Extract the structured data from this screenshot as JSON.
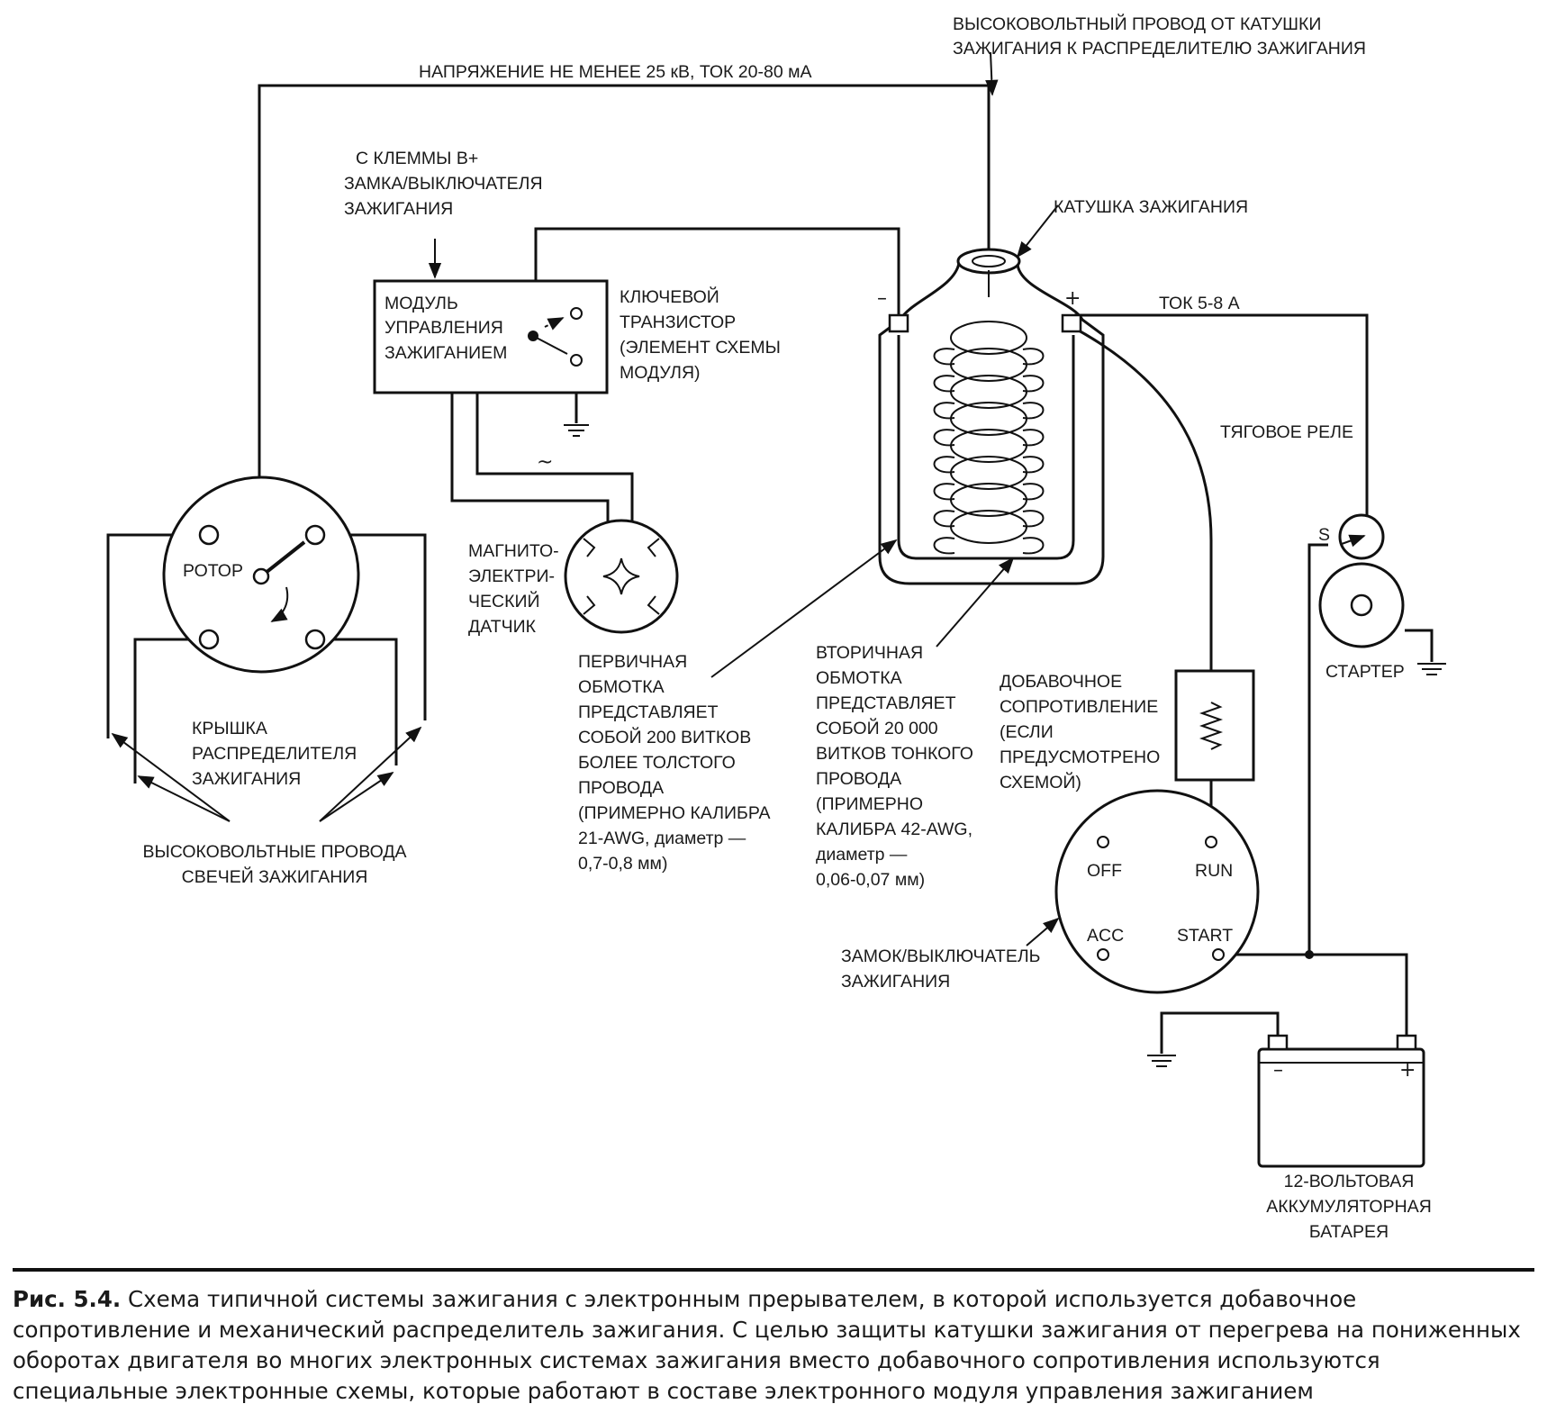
{
  "labels": {
    "hv_lead_1": "ВЫСОКОВОЛЬТНЫЙ ПРОВОД ОТ КАТУШКИ",
    "hv_lead_2": "ЗАЖИГАНИЯ К РАСПРЕДЕЛИТЕЛЮ ЗАЖИГАНИЯ",
    "voltage": "НАПРЯЖЕНИЕ НЕ МЕНЕЕ 25 кВ, ТОК 20-80 мА",
    "b_plus_1": "С КЛЕММЫ B+",
    "b_plus_2": "ЗАМКА/ВЫКЛЮЧАТЕЛЯ",
    "b_plus_3": "ЗАЖИГАНИЯ",
    "coil": "КАТУШКА ЗАЖИГАНИЯ",
    "module_1": "МОДУЛЬ",
    "module_2": "УПРАВЛЕНИЯ",
    "module_3": "ЗАЖИГАНИЕМ",
    "transistor_1": "КЛЮЧЕВОЙ",
    "transistor_2": "ТРАНЗИСТОР",
    "transistor_3": "(ЭЛЕМЕНТ СХЕМЫ",
    "transistor_4": "МОДУЛЯ)",
    "minus": "–",
    "plus": "+",
    "current_5_8": "ТОК 5-8 А",
    "solenoid": "ТЯГОВОЕ РЕЛЕ",
    "s_terminal": "S",
    "rotor": "РОТОР",
    "tilde": "~",
    "sensor_1": "МАГНИТО-",
    "sensor_2": "ЭЛЕКТРИ-",
    "sensor_3": "ЧЕСКИЙ",
    "sensor_4": "ДАТЧИК",
    "primary_1": "ПЕРВИЧНАЯ",
    "primary_2": "ОБМОТКА",
    "primary_3": "ПРЕДСТАВЛЯЕТ",
    "primary_4": "СОБОЙ 200 ВИТКОВ",
    "primary_5": "БОЛЕЕ ТОЛСТОГО",
    "primary_6": "ПРОВОДА",
    "primary_7": "(ПРИМЕРНО КАЛИБРА",
    "primary_8": "21-AWG, диаметр —",
    "primary_9": "0,7-0,8 мм)",
    "secondary_1": "ВТОРИЧНАЯ",
    "secondary_2": "ОБМОТКА",
    "secondary_3": "ПРЕДСТАВЛЯЕТ",
    "secondary_4": "СОБОЙ 20 000",
    "secondary_5": "ВИТКОВ ТОНКОГО",
    "secondary_6": "ПРОВОДА",
    "secondary_7": "(ПРИМЕРНО",
    "secondary_8": "КАЛИБРА 42-AWG,",
    "secondary_9": "диаметр —",
    "secondary_10": "0,06-0,07 мм)",
    "resistor_1": "ДОБАВОЧНОЕ",
    "resistor_2": "СОПРОТИВЛЕНИЕ",
    "resistor_3": "(ЕСЛИ",
    "resistor_4": "ПРЕДУСМОТРЕНО",
    "resistor_5": "СХЕМОЙ)",
    "starter": "СТАРТЕР",
    "cap_1": "КРЫШКА",
    "cap_2": "РАСПРЕДЕЛИТЕЛЯ",
    "cap_3": "ЗАЖИГАНИЯ",
    "plugs_1": "ВЫСОКОВОЛЬТНЫЕ ПРОВОДА",
    "plugs_2": "СВЕЧЕЙ ЗАЖИГАНИЯ",
    "off": "OFF",
    "run": "RUN",
    "acc": "ACC",
    "start": "START",
    "switch_1": "ЗАМОК/ВЫКЛЮЧАТЕЛЬ",
    "switch_2": "ЗАЖИГАНИЯ",
    "batt_minus": "–",
    "batt_plus": "+",
    "battery_1": "12-ВОЛЬТОВАЯ",
    "battery_2": "АККУМУЛЯТОРНАЯ",
    "battery_3": "БАТАРЕЯ"
  },
  "caption": {
    "figure": "Рис. 5.4.",
    "text": "Схема типичной системы зажигания с электронным прерывателем, в которой используется добавочное сопротивление и механический распределитель зажигания. С целью защиты катушки зажигания от перегрева на пониженных оборотах двигателя во многих электронных системах зажигания вместо добавочного сопротивления используются специальные электронные схемы, которые работают в составе электронного модуля управления зажиганием"
  }
}
